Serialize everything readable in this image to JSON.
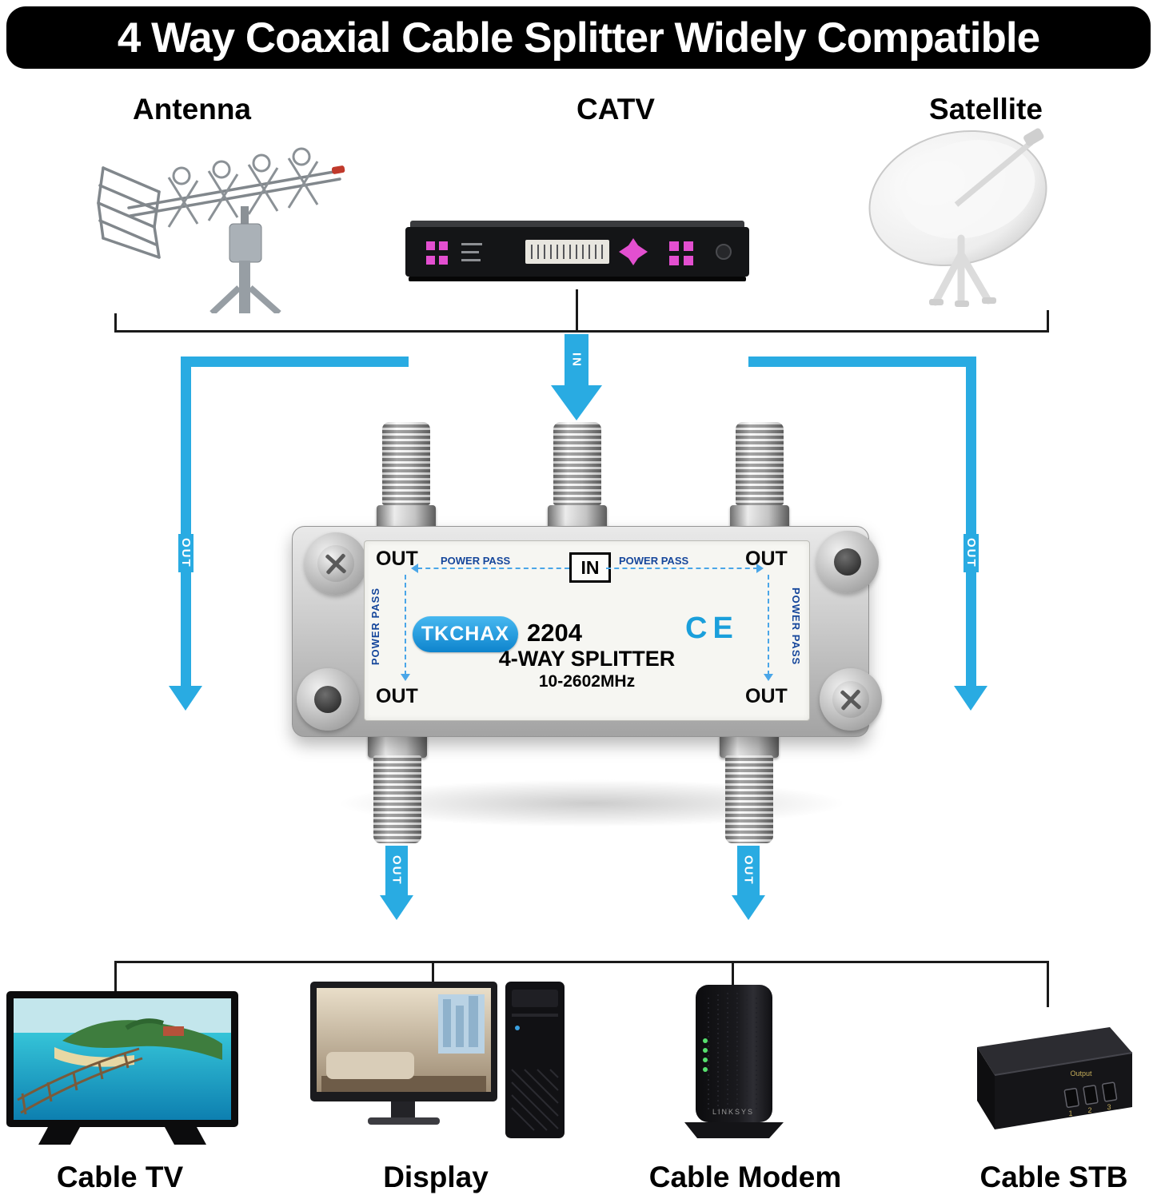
{
  "banner": {
    "title": "4 Way Coaxial Cable Splitter Widely Compatible"
  },
  "sources": {
    "antenna": "Antenna",
    "catv": "CATV",
    "satellite": "Satellite"
  },
  "flow": {
    "in": "IN",
    "out": "OUT"
  },
  "splitter": {
    "brand": "TKCHAX",
    "model": "2204",
    "name": "4-WAY SPLITTER",
    "frequency": "10-2602MHz",
    "certification": "CE",
    "in_port": "IN",
    "out_port": "OUT",
    "power_pass": "POWER PASS"
  },
  "devices": {
    "cable_tv": "Cable TV",
    "display": "Display",
    "cable_modem": "Cable Modem",
    "cable_stb": "Cable STB",
    "modem_brand": "LINKSYS",
    "stb_port_label": "Output",
    "stb_ports": [
      "1",
      "2",
      "3"
    ]
  },
  "colors": {
    "arrow_blue": "#29abe2",
    "brand_blue": "#1286cf",
    "power_pass_blue": "#15469b",
    "banner_bg": "#000000",
    "banner_text": "#ffffff"
  }
}
